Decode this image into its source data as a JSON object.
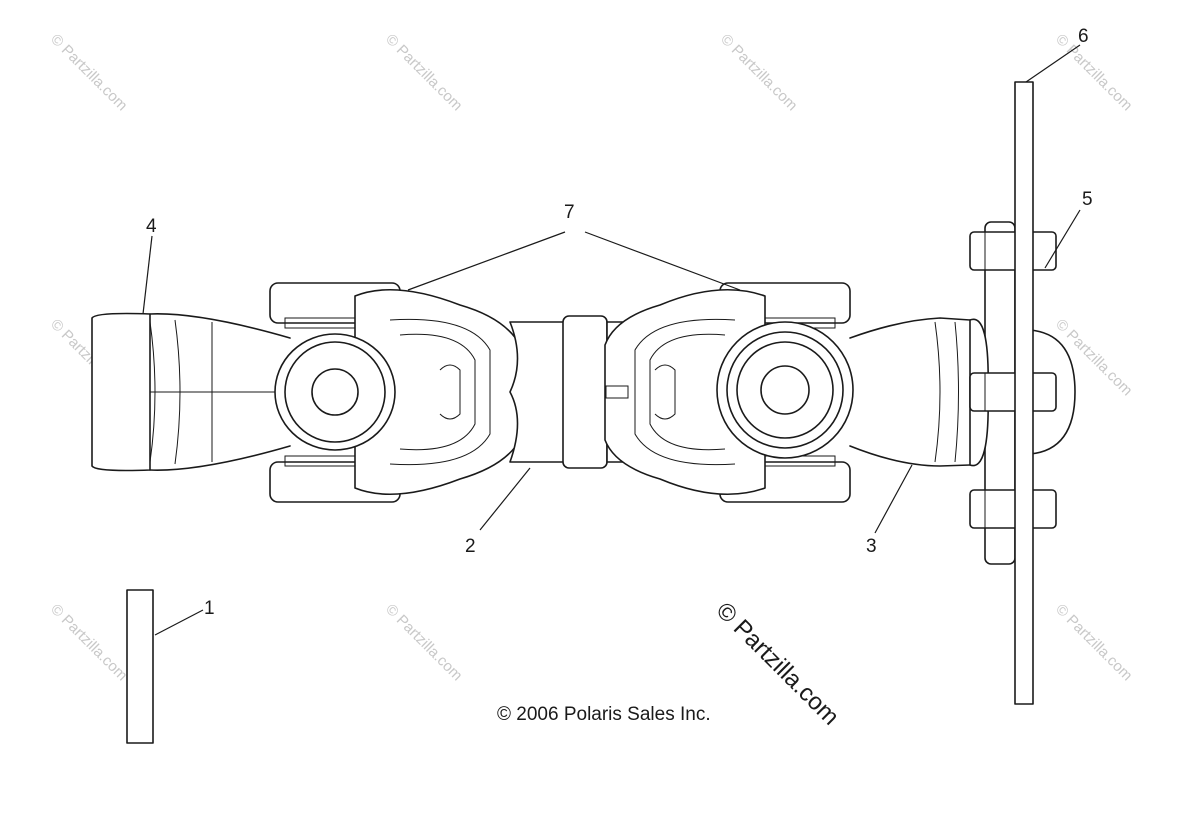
{
  "callouts": [
    "1",
    "2",
    "3",
    "4",
    "5",
    "6",
    "7"
  ],
  "copyright": "© 2006 Polaris Sales Inc.",
  "brand_mark": "© Partzilla.com",
  "watermark": "© Partzilla.com",
  "colors": {
    "line": "#1a1a1a",
    "watermark": "#c8c8c8",
    "background": "#ffffff"
  }
}
